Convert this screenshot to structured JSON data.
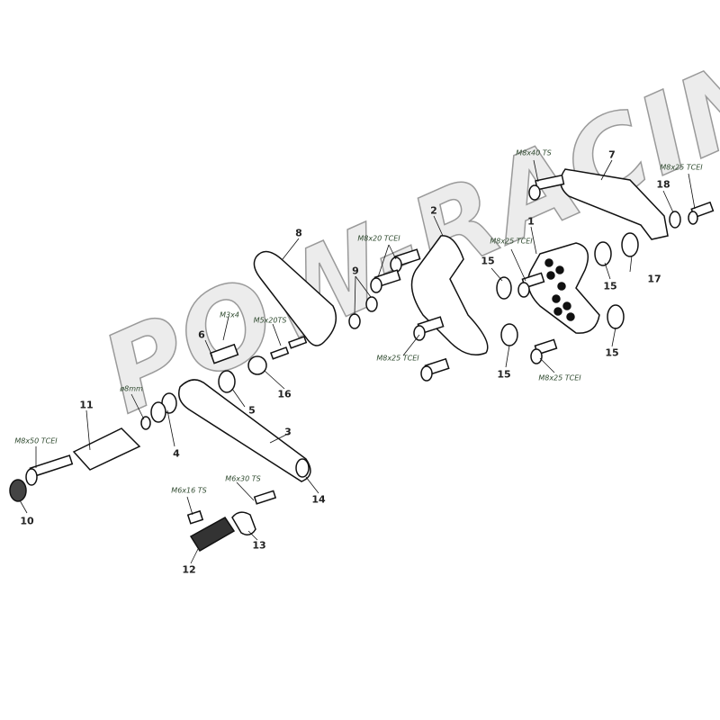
{
  "watermark": "POW-RACING",
  "part_numbers": [
    "1",
    "2",
    "3",
    "4",
    "5",
    "6",
    "7",
    "8",
    "9",
    "10",
    "11",
    "12",
    "13",
    "14",
    "15",
    "16",
    "17",
    "18"
  ],
  "labels": {
    "n1": "1",
    "n2": "2",
    "n3": "3",
    "n4": "4",
    "n5": "5",
    "n6": "6",
    "n7": "7",
    "n8": "8",
    "n9": "9",
    "n10": "10",
    "n11": "11",
    "n12": "12",
    "n13": "13",
    "n14": "14",
    "n15a": "15",
    "n15b": "15",
    "n15c": "15",
    "n15d": "15",
    "n16": "16",
    "n17": "17",
    "n18": "18",
    "s_m8x40ts": "M8x40 TS",
    "s_m8x25tcei_a": "M8x25 TCEI",
    "s_m8x20tcei": "M8x20 TCEI",
    "s_m8x25tcei_b": "M8x25 TCEI",
    "s_m8x25tcei_c": "M8x25 TCEI",
    "s_m8x25tcei_d": "M8x25 TCEI",
    "s_m3x4": "M3x4",
    "s_m5x20ts": "M5x20TS",
    "s_d8mm": "ø8mm",
    "s_m8x50tcei": "M8x50 TCEI",
    "s_m6x30ts": "M6x30 TS",
    "s_m6x16ts": "M6x16 TS"
  }
}
